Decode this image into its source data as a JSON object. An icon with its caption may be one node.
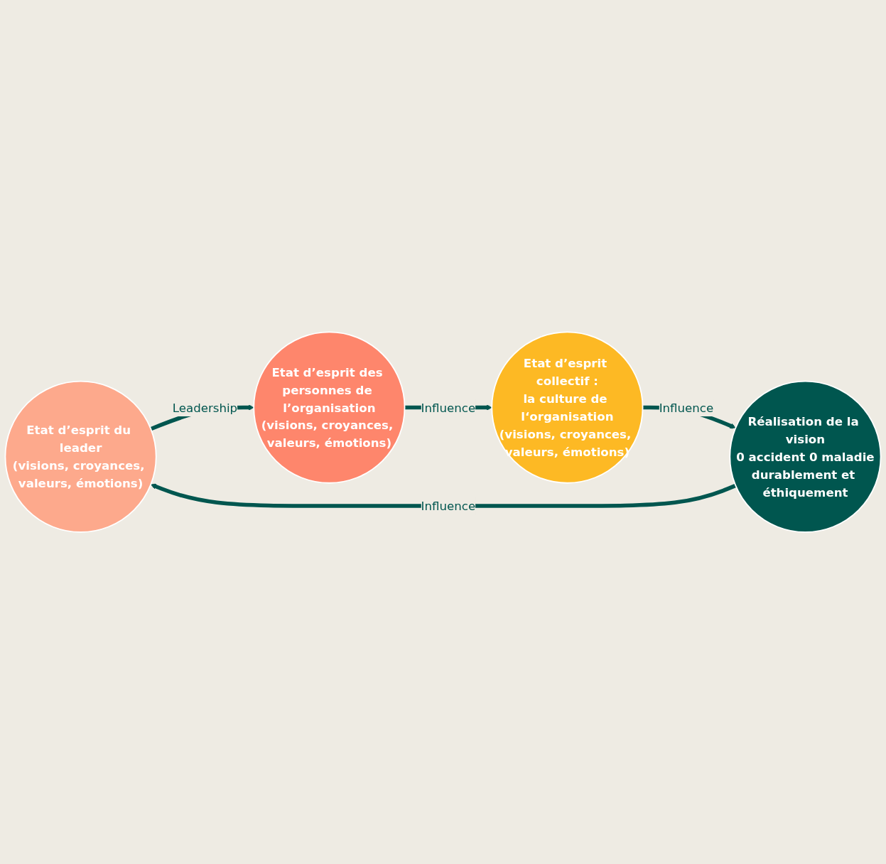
{
  "diagram": {
    "nodes": [
      {
        "text": [
          "Etat d’esprit du leader",
          "(visions, croyances, valeurs, émotions)"
        ]
      },
      {
        "text": [
          "Etat d’esprit des personnes de l’organisation",
          "(visions, croyances, valeurs, émotions)"
        ]
      },
      {
        "text": [
          "Etat d’esprit collectif :",
          "la culture de l‘organisation",
          "(visions, croyances, valeurs, émotions)"
        ]
      },
      {
        "text": [
          "Réalisation de la vision",
          "0 accident 0 maladie",
          "durablement et éthiquement"
        ]
      }
    ],
    "edges": [
      {
        "from": 0,
        "to": 1,
        "arrow": "to",
        "label": "Leadership"
      },
      {
        "from": 1,
        "to": 2,
        "arrow": "to",
        "label": "Influence"
      },
      {
        "from": 2,
        "to": 3,
        "arrow": "to",
        "label": "Influence"
      },
      {
        "from": 3,
        "to": 0,
        "arrow": "to",
        "label": "Influence"
      }
    ]
  }
}
